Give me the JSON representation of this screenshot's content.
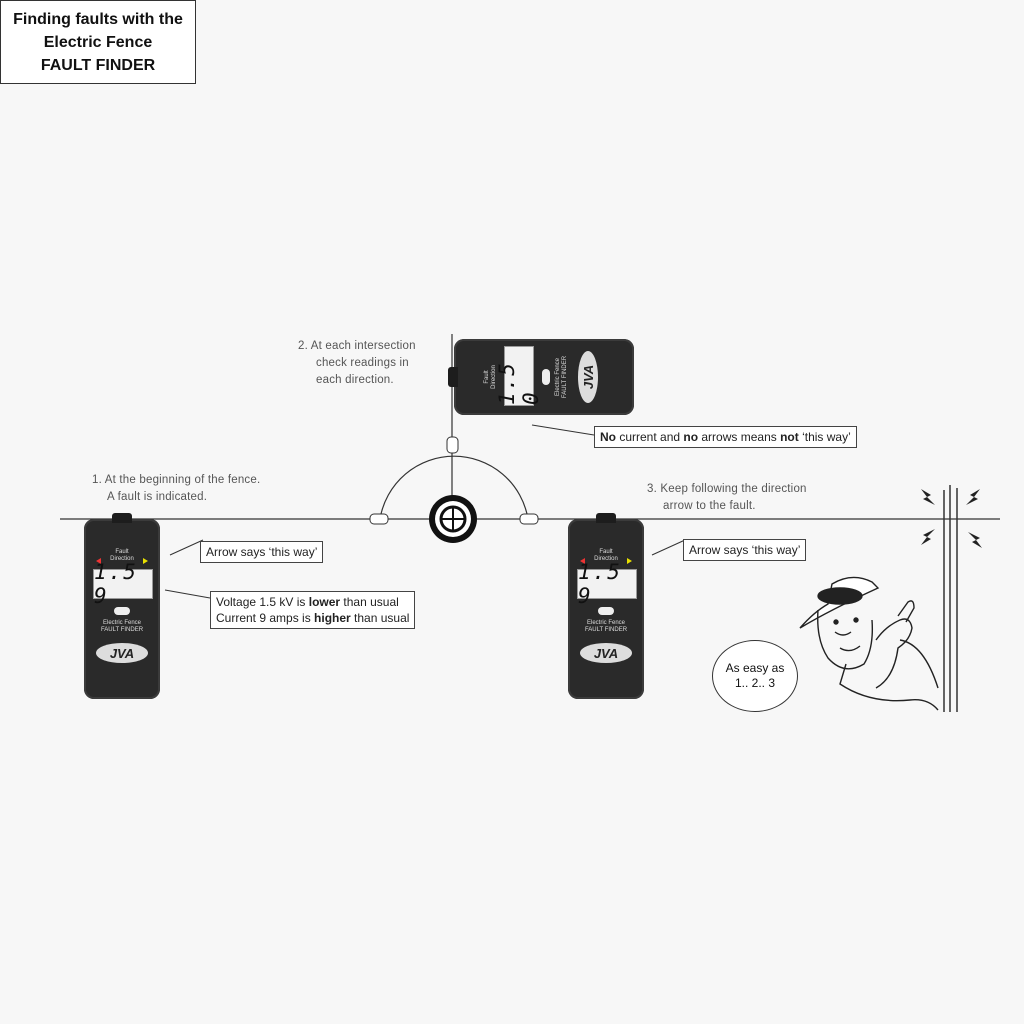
{
  "title": {
    "line1": "Finding faults with the",
    "line2": "Electric Fence",
    "line3": "FAULT FINDER"
  },
  "steps": {
    "step1": {
      "line1": "1.  At the beginning of the fence.",
      "line2": "A fault is indicated."
    },
    "step2": {
      "line1": "2.  At each intersection",
      "line2": "check readings in",
      "line3": "each direction."
    },
    "step3": {
      "line1": "3.  Keep following the direction",
      "line2": "arrow to the fault."
    }
  },
  "callouts": {
    "no_current": {
      "p1": "No",
      "p2": " current and ",
      "p3": "no",
      "p4": " arrows means ",
      "p5": "not",
      "p6": " ‘this way’"
    },
    "arrow1": "Arrow says ‘this way’",
    "arrow3": "Arrow says ‘this way’",
    "voltage": {
      "p1": "Voltage 1.5 kV is ",
      "p2": "lower",
      "p3": " than usual"
    },
    "current": {
      "p1": "Current 9 amps is ",
      "p2": "higher",
      "p3": " than usual"
    }
  },
  "meters": {
    "left": {
      "reading": "1.5  9"
    },
    "top": {
      "reading": "1.5  0"
    },
    "right": {
      "reading": "1.5  9"
    },
    "label_top": "Fault\nDirection",
    "label_model": "Electric Fence\nFAULT FINDER",
    "brand": "JVA"
  },
  "speech": {
    "line1": "As easy as",
    "line2": "1.. 2.. 3"
  },
  "colors": {
    "device": "#2a2a2a",
    "arrow_left": "#e33333",
    "arrow_right": "#e8e000",
    "line": "#333333"
  }
}
